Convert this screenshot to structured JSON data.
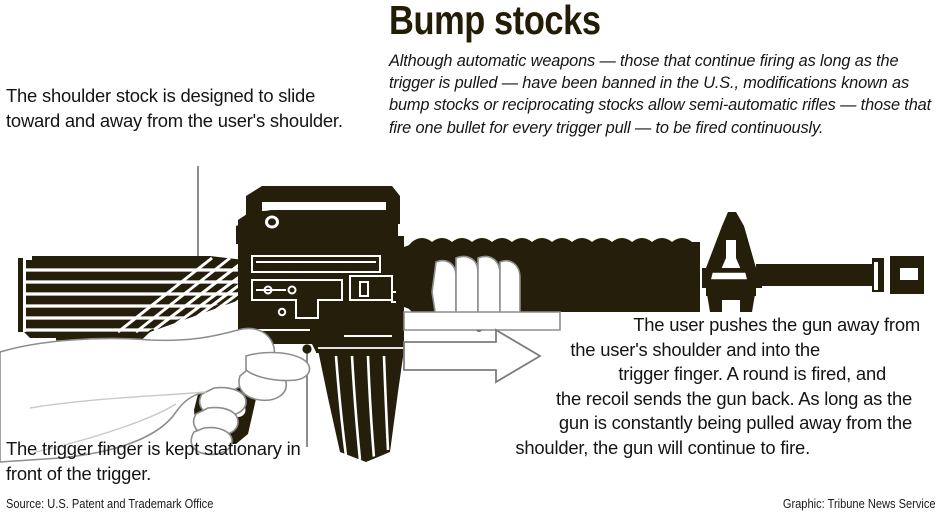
{
  "title": "Bump stocks",
  "intro": "Although automatic weapons — those that continue firing as long as the trigger is pulled — have been banned in the U.S., modifications known as bump stocks or reciprocating stocks allow semi-automatic rifles — those that fire one bullet for every trigger pull — to be fired continuously.",
  "callouts": {
    "shoulder_stock": "The shoulder stock is designed to slide toward and away from the user's shoulder.",
    "trigger_finger": "The trigger finger is kept stationary in front of the trigger.",
    "user_pushes_lines": [
      "The user pushes the gun away from",
      "the user's shoulder and into the",
      "trigger finger. A round is fired, and",
      "the recoil sends the gun back. As long as the",
      "gun is constantly being pulled away from the",
      "shoulder, the gun will continue to fire."
    ],
    "user_pushes_full": "The user pushes the gun away from the user's shoulder and into the trigger finger. A round is fired, and the recoil sends the gun back. As long as the gun is constantly being pulled away from the shoulder, the gun will continue to fire."
  },
  "footer": {
    "source": "Source: U.S. Patent and Trademark Office",
    "credit": "Graphic: Tribune News Service"
  },
  "illustration": {
    "subject": "semi-automatic-rifle-with-hands",
    "parts": [
      "shoulder-stock",
      "receiver",
      "carry-handle",
      "magazine",
      "pistol-grip",
      "handguard",
      "front-sight",
      "barrel",
      "flash-hider",
      "shooting-hand",
      "support-hand",
      "forearm"
    ],
    "motion_arrow": "push-forward-arrow"
  },
  "colors": {
    "gun_dark": "#241e0b",
    "ink": "#141414",
    "leader": "#6f6f6f",
    "hand_outline": "#8d8d8d",
    "background": "#ffffff"
  }
}
